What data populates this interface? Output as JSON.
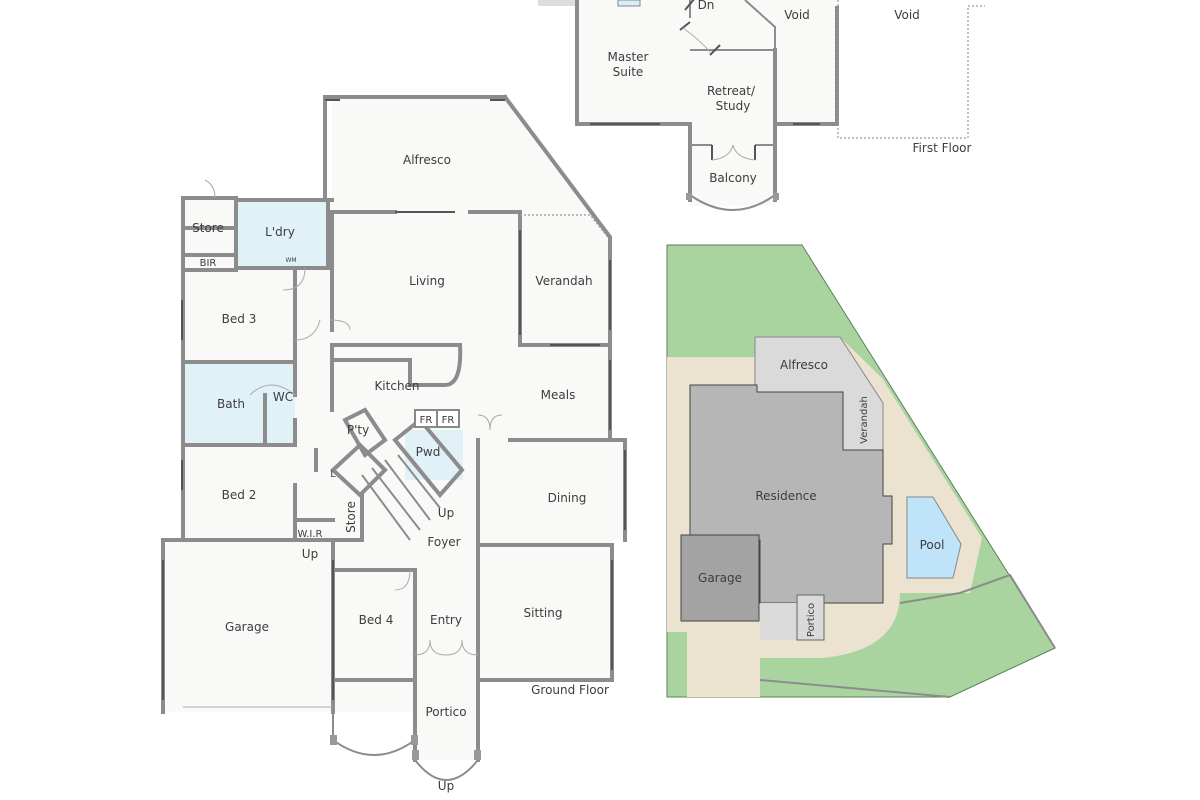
{
  "first_floor": {
    "title": "First Floor",
    "rooms": {
      "stairs_down": "Dn",
      "master_suite": [
        "Master",
        "Suite"
      ],
      "retreat": [
        "Retreat/",
        "Study"
      ],
      "void_1": "Void",
      "void_2": "Void",
      "balcony": "Balcony"
    }
  },
  "ground_floor": {
    "title": "Ground Floor",
    "rooms": {
      "alfresco": "Alfresco",
      "store": "Store",
      "laundry": "L'dry",
      "bir": "BIR",
      "wm": "WM",
      "living": "Living",
      "verandah": "Verandah",
      "bed3": "Bed 3",
      "kitchen": "Kitchen",
      "meals": "Meals",
      "bath": "Bath",
      "wc": "WC",
      "pantry": "P'ty",
      "fr1": "FR",
      "fr2": "FR",
      "powder": "Pwd",
      "linen": "L",
      "bed2": "Bed 2",
      "dining": "Dining",
      "store2": "Store",
      "stairs_up": "Up",
      "wir": "W.I.R",
      "up_garage": "Up",
      "foyer": "Foyer",
      "garage": "Garage",
      "bed4": "Bed 4",
      "entry": "Entry",
      "sitting": "Sitting",
      "portico": "Portico",
      "up_portico": "Up"
    }
  },
  "site_plan": {
    "labels": {
      "alfresco": "Alfresco",
      "verandah": "Verandah",
      "residence": "Residence",
      "pool": "Pool",
      "garage": "Garage",
      "portico": "Portico"
    },
    "colors": {
      "lawn": "#a9d4a0",
      "paving": "#ebe2cf",
      "residence": "#b6b6b6",
      "garage": "#a3a3a3",
      "covered": "#dadada",
      "pool": "#bfe3f8"
    }
  }
}
